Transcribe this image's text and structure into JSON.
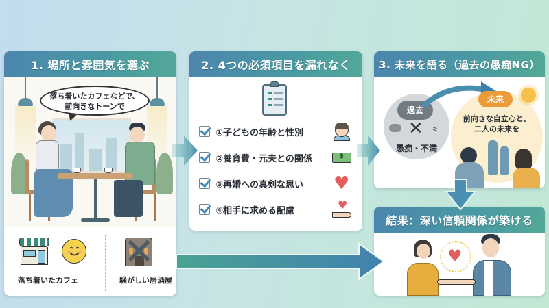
{
  "panels": [
    {
      "id": "place-and-atmosphere",
      "title": "1. 場所と雰囲気を選ぶ",
      "speech_bubble": [
        "落ち着いたカフェなどで、",
        "前向きなトーンで"
      ],
      "options": [
        {
          "label": "落ち着いたカフェ",
          "icon": "cafe-storefront-icon",
          "status": "good",
          "extra_icon": "smiley-face-icon"
        },
        {
          "label": "騒がしい居酒屋",
          "icon": "izakaya-icon",
          "status": "bad",
          "overlay": "x-mark-icon"
        }
      ]
    },
    {
      "id": "four-essentials",
      "title": "2. 4つの必須項目を漏れなく",
      "header_icon": "clipboard-checklist-icon",
      "items": [
        {
          "label": "①子どもの年齢と性別",
          "icon": "child-icon"
        },
        {
          "label": "②養育費・元夫との関係",
          "icon": "money-icon"
        },
        {
          "label": "③再婚への真剣な思い",
          "icon": "heart-icon"
        },
        {
          "label": "④相手に求める配慮",
          "icon": "hand-heart-icon"
        }
      ]
    },
    {
      "id": "talk-future",
      "title": "3. 未来を語る（過去の愚痴NG）",
      "past": {
        "tag": "過去",
        "label": "愚痴・不満"
      },
      "future": {
        "tag": "未来",
        "text": [
          "前向きな自立心と、",
          "二人の未来を"
        ]
      }
    },
    {
      "id": "result",
      "title": "結果：深い信頼関係が築ける",
      "illustration": "handshake-with-heart"
    }
  ],
  "colors": {
    "header_start": "#4b86ad",
    "header_end": "#53a897",
    "arrow": "#4a8fb0",
    "future_orange": "#ec9b3a",
    "heart_red": "#e35d5d"
  }
}
